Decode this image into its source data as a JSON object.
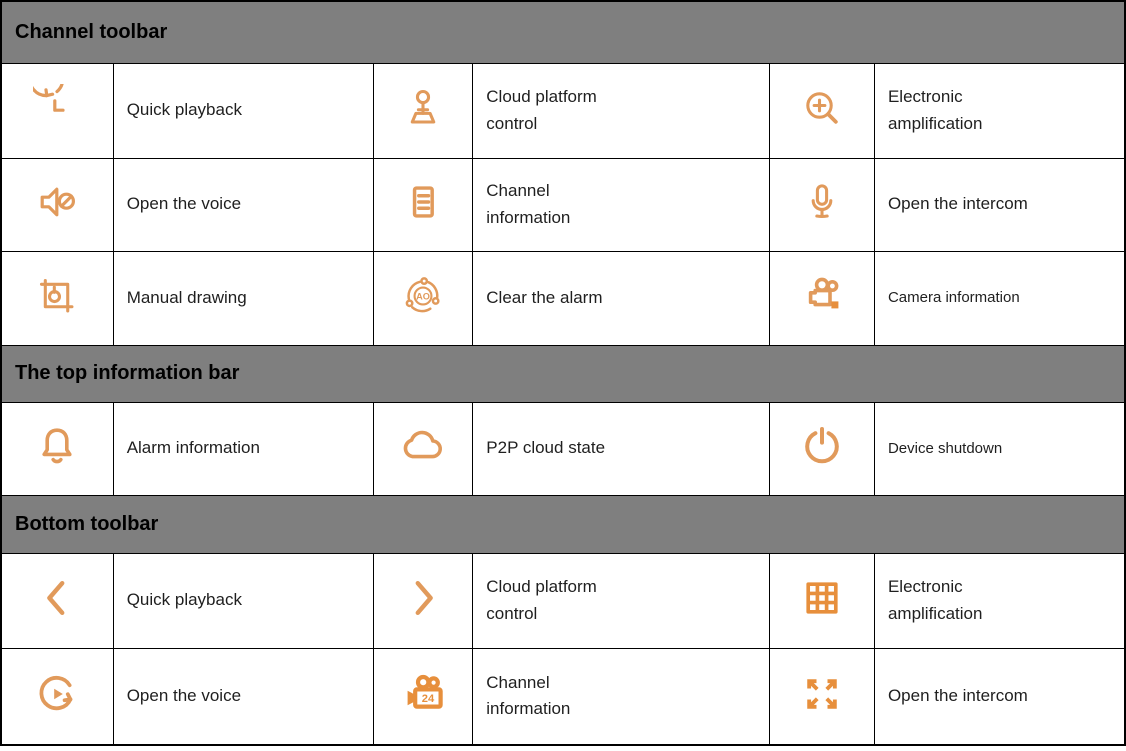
{
  "colors": {
    "accent": "#E19A5B",
    "accent_strong": "#E78F3C",
    "section_header_bg": "#7F7F7F",
    "section_header_text": "#000000",
    "table_border": "#000000",
    "label_text": "#1F1F1F"
  },
  "icon_texts": {
    "clear_alarm_badge": "AO",
    "camera_channel_badge": "24"
  },
  "sections": [
    {
      "title": "Channel toolbar",
      "rows": [
        {
          "cells": [
            {
              "icon": "quick-playback-history-icon",
              "label": "Quick playback"
            },
            {
              "icon": "ptz-joystick-icon",
              "label": "Cloud platform control"
            },
            {
              "icon": "zoom-in-magnifier-icon",
              "label": "Electronic amplification"
            }
          ]
        },
        {
          "cells": [
            {
              "icon": "speaker-muted-icon",
              "label": "Open the voice"
            },
            {
              "icon": "document-list-icon",
              "label": "Channel information"
            },
            {
              "icon": "microphone-icon",
              "label": "Open the intercom"
            }
          ]
        },
        {
          "cells": [
            {
              "icon": "manual-draw-frame-icon",
              "label": "Manual drawing"
            },
            {
              "icon": "clear-alarm-ao-icon",
              "label": "Clear the alarm"
            },
            {
              "icon": "video-camera-icon",
              "label": "Camera information"
            }
          ]
        }
      ]
    },
    {
      "title": "The top information bar",
      "rows": [
        {
          "cells": [
            {
              "icon": "alarm-bell-icon",
              "label": "Alarm information"
            },
            {
              "icon": "cloud-icon",
              "label": "P2P cloud state"
            },
            {
              "icon": "power-icon",
              "label": "Device shutdown"
            }
          ]
        }
      ]
    },
    {
      "title": "Bottom toolbar",
      "rows": [
        {
          "cells": [
            {
              "icon": "chevron-left-icon",
              "label": "Quick playback"
            },
            {
              "icon": "chevron-right-icon",
              "label": "Cloud platform control"
            },
            {
              "icon": "grid-3x3-icon",
              "label": "Electronic amplification"
            }
          ]
        },
        {
          "cells": [
            {
              "icon": "tour-play-icon",
              "label": "Open the voice"
            },
            {
              "icon": "camera-24-icon",
              "label": "Channel information"
            },
            {
              "icon": "expand-arrows-icon",
              "label": "Open the intercom"
            }
          ]
        }
      ]
    }
  ]
}
